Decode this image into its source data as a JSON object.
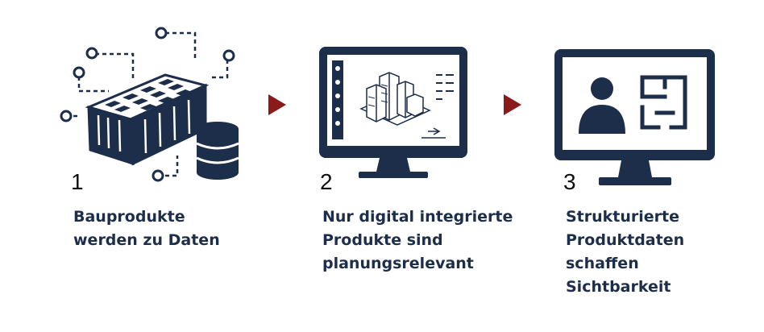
{
  "colors": {
    "navy": "#1c2e4a",
    "accent_arrow": "#8b1a1a",
    "text": "#111111"
  },
  "steps": [
    {
      "number": "1",
      "icon": "brick-data-icon",
      "caption_lines": [
        "Bauprodukte",
        "werden zu Daten"
      ]
    },
    {
      "number": "2",
      "icon": "bim-monitor-icon",
      "caption_lines": [
        "Nur digital integrierte",
        "Produkte sind",
        "planungsrelevant"
      ]
    },
    {
      "number": "3",
      "icon": "user-floorplan-monitor-icon",
      "caption_lines": [
        "Strukturierte",
        "Produktdaten",
        "schaffen",
        "Sichtbarkeit"
      ]
    }
  ],
  "arrows": [
    "arrow-right-icon",
    "arrow-right-icon"
  ]
}
